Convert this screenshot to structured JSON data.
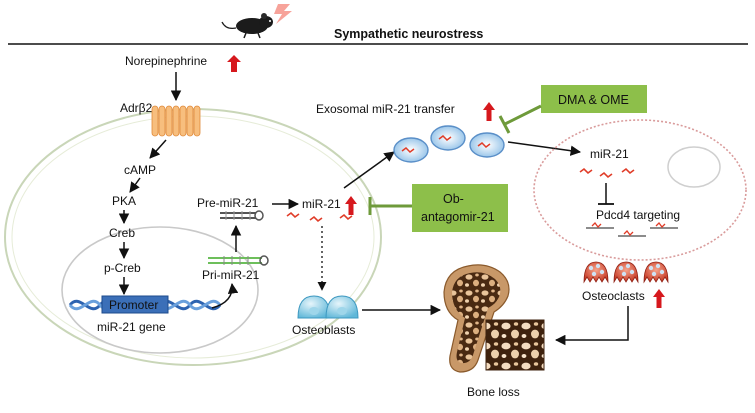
{
  "header": {
    "title": "Sympathetic neurostress"
  },
  "labels": {
    "norepinephrine": "Norepinephrine",
    "adrb2": "Adrβ2",
    "camp": "cAMP",
    "pka": "PKA",
    "creb": "Creb",
    "pcreb": "p-Creb",
    "promoter": "Promoter",
    "gene": "miR-21 gene",
    "pri": "Pri-miR-21",
    "pre": "Pre-miR-21",
    "mir21": "miR-21",
    "exosomal": "Exosomal miR-21 transfer",
    "osteoblasts": "Osteoblasts",
    "mir21_right": "miR-21",
    "pdcd4": "Pdcd4 targeting",
    "osteoclasts": "Osteoclasts",
    "boneloss": "Bone loss"
  },
  "boxes": {
    "dma_ome": "DMA & OME",
    "ob_line1": "Ob-",
    "ob_line2": "antagomir-21"
  },
  "colors": {
    "up_arrow": "#d6181d",
    "inhibitor_box": "#8dbf4a",
    "inhibitor_line": "#6e9a3a",
    "mirna": "#e03c28",
    "cell_outline": "#c9d6b8",
    "dna": "#2d63b0"
  }
}
